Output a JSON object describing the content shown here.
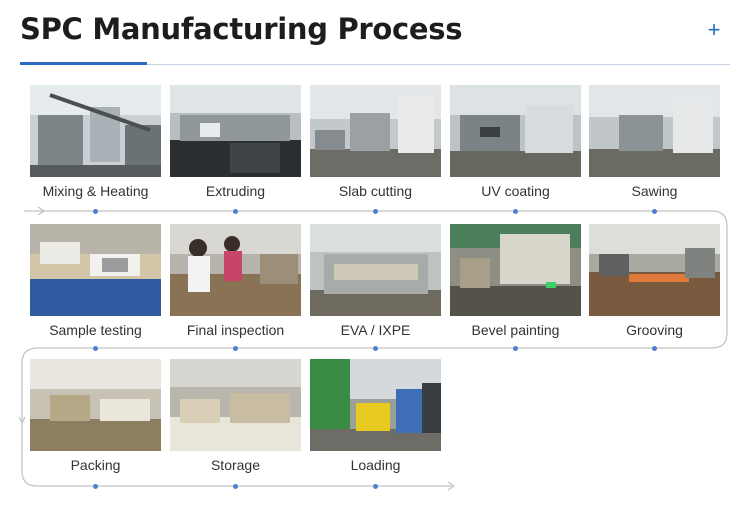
{
  "header": {
    "title": "SPC Manufacturing Process",
    "expand_icon": "plus-icon"
  },
  "steps": [
    {
      "label": "Mixing & Heating"
    },
    {
      "label": "Extruding"
    },
    {
      "label": "Slab cutting"
    },
    {
      "label": "UV coating"
    },
    {
      "label": "Sawing"
    },
    {
      "label": "Sample testing"
    },
    {
      "label": "Final inspection"
    },
    {
      "label": "EVA / IXPE"
    },
    {
      "label": "Bevel painting"
    },
    {
      "label": "Grooving"
    },
    {
      "label": "Packing"
    },
    {
      "label": "Storage"
    },
    {
      "label": "Loading"
    }
  ],
  "colors": {
    "accent": "#2b6cc4",
    "flow_line": "#bfbfbf",
    "dot": "#4a82d0"
  }
}
